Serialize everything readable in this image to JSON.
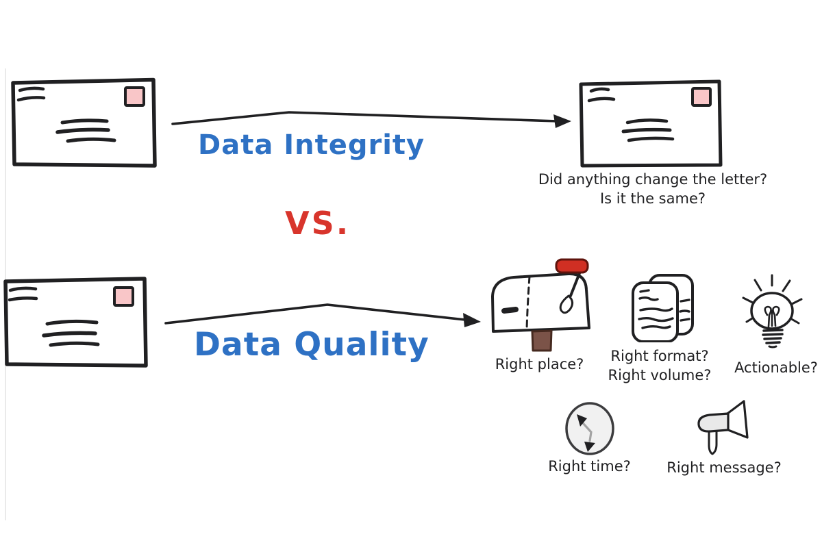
{
  "colors": {
    "blue": "#2e71c4",
    "red": "#d8352c",
    "ink": "#202022",
    "stamp": "#f9c6c8",
    "post": "#7b5348",
    "flag": "#d02f23"
  },
  "integrity": {
    "source_icon": "envelope-icon",
    "result_icon": "envelope-icon",
    "label": "Data Integrity",
    "question_line1": "Did anything change the letter?",
    "question_line2": "Is it the same?"
  },
  "vs": {
    "label": "VS."
  },
  "quality": {
    "source_icon": "envelope-icon",
    "label": "Data Quality",
    "checks": [
      {
        "icon": "mailbox-icon",
        "line1": "Right place?",
        "line2": ""
      },
      {
        "icon": "documents-icon",
        "line1": "Right format?",
        "line2": "Right volume?"
      },
      {
        "icon": "lightbulb-icon",
        "line1": "Actionable?",
        "line2": ""
      },
      {
        "icon": "clock-icon",
        "line1": "Right time?",
        "line2": ""
      },
      {
        "icon": "megaphone-icon",
        "line1": "Right message?",
        "line2": ""
      }
    ]
  }
}
